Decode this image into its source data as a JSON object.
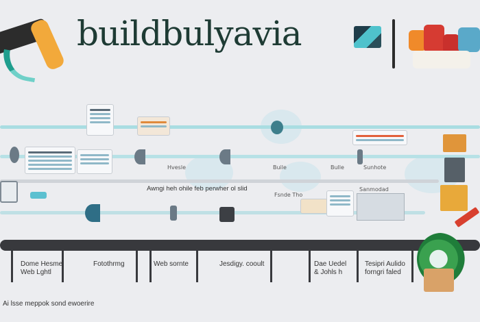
{
  "header": {
    "title": "buildbulyavia",
    "glyph_icon": "brand-glyph-icon"
  },
  "colors": {
    "title": "#1e3b34",
    "track_accent": "#a9dde2",
    "main_bar": "#38393d",
    "brush_head": "#f2a93b",
    "gear_green": "#3aa14f"
  },
  "diagram": {
    "mid_caption": "Awngi heh ohile feb perwher ol slid",
    "card_labels": [
      {
        "id": "c1",
        "text": "Hvesle"
      },
      {
        "id": "c2",
        "text": "Buile"
      },
      {
        "id": "c3",
        "text": "Bulle"
      },
      {
        "id": "c4",
        "text": "Sunhote"
      },
      {
        "id": "c5",
        "text": "Fsnde Tho"
      },
      {
        "id": "c6",
        "text": "Sanmodad"
      }
    ]
  },
  "timeline": {
    "labels": [
      {
        "id": "l1",
        "text": "Dome Hesme\nWeb Lghtl"
      },
      {
        "id": "l2",
        "text": "Fotothrmg"
      },
      {
        "id": "l3",
        "text": "Web sornte"
      },
      {
        "id": "l4",
        "text": "Jesdigy. cooult"
      },
      {
        "id": "l5",
        "text": "Dae Uedel\n& Johls h"
      },
      {
        "id": "l6",
        "text": "Tesipri Aulido\nforngri faled"
      }
    ]
  },
  "footer": {
    "caption": "Ai lsse meppok sond ewoerire"
  }
}
